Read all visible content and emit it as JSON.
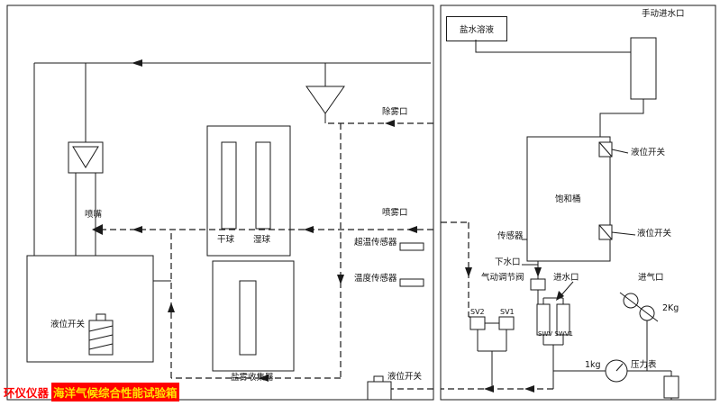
{
  "footer": {
    "brand": "环仪仪器",
    "title": "海洋气候综合性能试验箱"
  },
  "chamber": {
    "nozzle": "喷嘴",
    "dry_bulb": "干球",
    "wet_bulb": "湿球",
    "salt_collector": "盐雾收集器",
    "level_switch": "液位开关",
    "demist_port": "除雾口",
    "spray_port": "喷雾口",
    "overtemp_sensor": "超温传感器",
    "temp_sensor": "温度传感器",
    "level_switch_divider": "液位开关"
  },
  "panel": {
    "salt_solution": "盐水溶液",
    "manual_water_inlet": "手动进水口",
    "saturation_barrel": "饱和桶",
    "level_switch_upper": "液位开关",
    "level_switch_lower": "液位开关",
    "sensor": "传感器",
    "drain_port": "下水口",
    "pneumatic_valve": "气动调节阀",
    "water_inlet": "进水口",
    "air_inlet": "进气口",
    "sv2": "SV2",
    "sv1": "SV1",
    "swv": "SWV SWV1",
    "pressure_2kg": "2Kg",
    "pressure_1kg": "1kg",
    "pressure_gauge": "压力表"
  }
}
